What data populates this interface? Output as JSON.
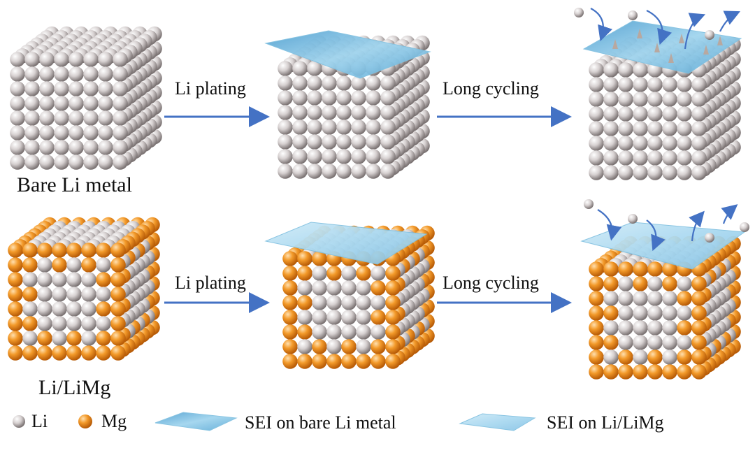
{
  "rows": [
    {
      "material": "Bare Li metal",
      "step1": "Li plating",
      "step2": "Long cycling"
    },
    {
      "material": "Li/LiMg",
      "step1": "Li plating",
      "step2": "Long cycling"
    }
  ],
  "legend": {
    "li": "Li",
    "mg": "Mg",
    "sei_bare": "SEI on bare Li metal",
    "sei_limg": "SEI on Li/LiMg"
  },
  "colors": {
    "arrow": "#4472c4",
    "mg": "#f08a1e",
    "li": "#c9c2c2",
    "sei": "#8ccbe8"
  }
}
